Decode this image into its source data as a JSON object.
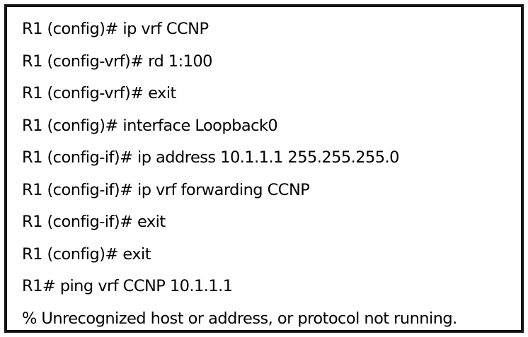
{
  "cli": {
    "lines": [
      "R1 (config)# ip vrf CCNP",
      "R1 (config-vrf)# rd 1:100",
      "R1 (config-vrf)# exit",
      "R1 (config)# interface Loopback0",
      "R1 (config-if)# ip address 10.1.1.1 255.255.255.0",
      "R1 (config-if)# ip vrf forwarding CCNP",
      "R1 (config-if)# exit",
      "R1 (config)# exit",
      "R1# ping vrf CCNP 10.1.1.1",
      "% Unrecognized host or address, or protocol not running."
    ]
  },
  "colors": {
    "border": "#111111",
    "text": "#000000",
    "background": "#ffffff"
  }
}
